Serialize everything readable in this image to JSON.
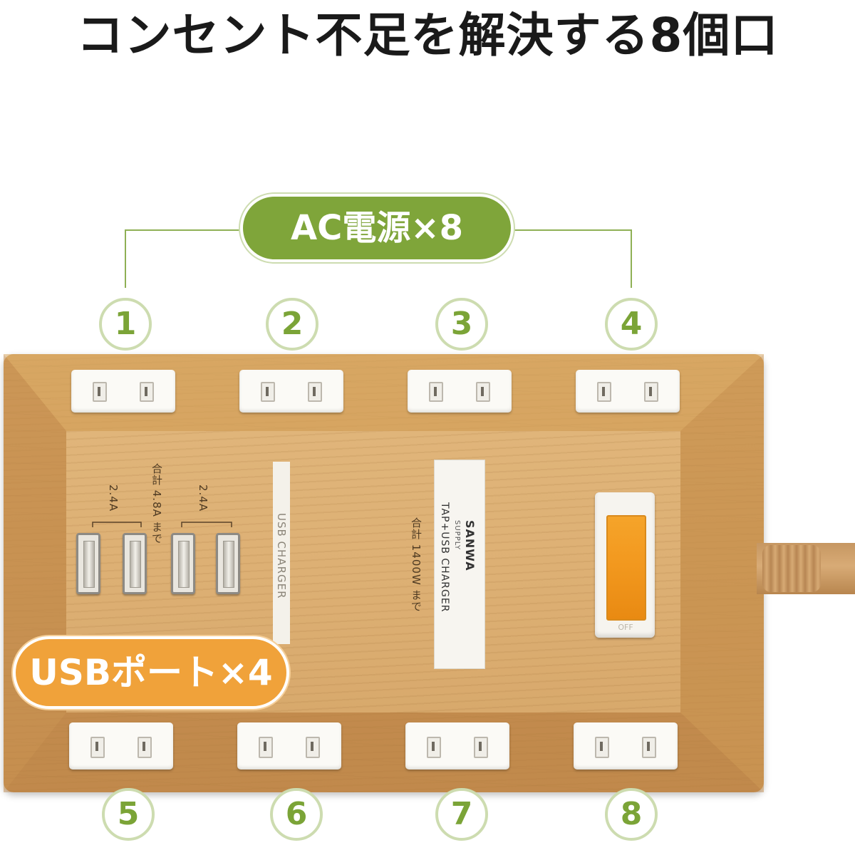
{
  "headline": "コンセント不足を解決する8個口",
  "ac_badge": "AC電源×8",
  "usb_badge": "USBポート×4",
  "outlet_numbers_top": [
    "1",
    "2",
    "3",
    "4"
  ],
  "outlet_numbers_bottom": [
    "5",
    "6",
    "7",
    "8"
  ],
  "product_print": {
    "usb_total": "合計 4.8A まで",
    "usb_left_rating": "2.4A",
    "usb_right_rating": "2.4A",
    "usb_charger_label": "USB CHARGER",
    "brand": "SANWA",
    "brand_sub": "SUPPLY",
    "model_label": "TAP+USB CHARGER",
    "ac_total": "合計 1400W まで",
    "switch_off": "OFF"
  },
  "colors": {
    "ac_green": "#7fa53a",
    "usb_orange": "#f0a23a",
    "wood": "#d7a462"
  }
}
